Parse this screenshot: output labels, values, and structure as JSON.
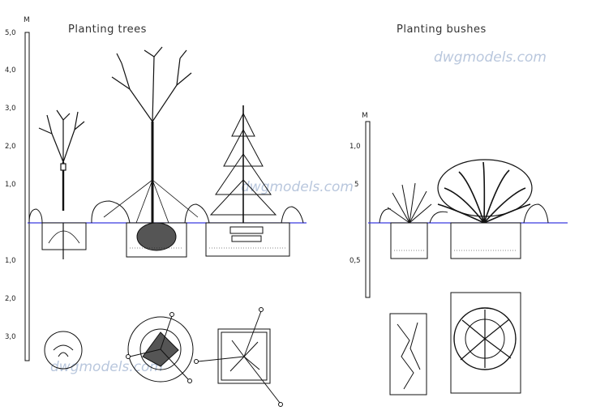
{
  "titles": {
    "trees": "Planting trees",
    "bushes": "Planting bushes"
  },
  "scales": {
    "trees": {
      "unit": "M",
      "ticks_up": [
        "5,0",
        "4,0",
        "3,0",
        "2,0",
        "1,0"
      ],
      "ticks_down": [
        "1,0",
        "2,0",
        "3,0"
      ]
    },
    "bushes": {
      "unit": "M",
      "ticks_up": [
        "1,0",
        "5"
      ],
      "ticks_down": [
        "0,5"
      ]
    }
  },
  "watermarks": [
    "dwgmodels.com",
    "dwgmodels.com",
    "dwgmodels.com"
  ],
  "colors": {
    "ground_line": "#3a3adf",
    "ink": "#111111",
    "watermark": "#b9c7dd"
  }
}
